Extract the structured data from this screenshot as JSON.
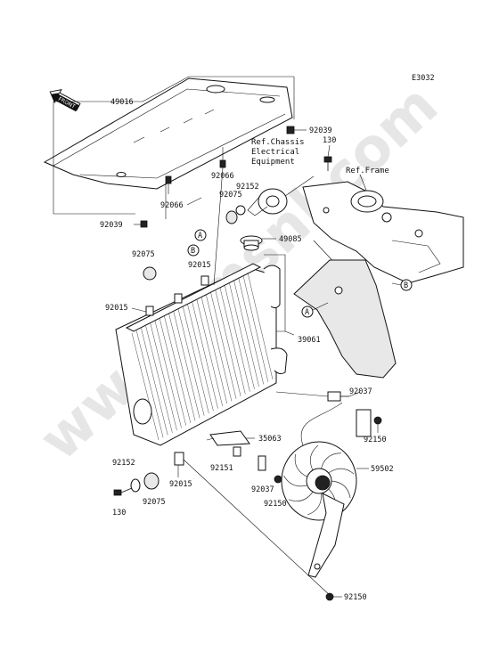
{
  "diagram_code": "E3032",
  "front_label": "FRONT",
  "watermark": "www.cmsnl.com",
  "callout_letters": {
    "a": "A",
    "b": "B"
  },
  "part_numbers": {
    "p49016": "49016",
    "p92039_top": "92039",
    "p92039_left": "92039",
    "p130_top": "130",
    "p130_bottom": "130",
    "p92066_a": "92066",
    "p92066_b": "92066",
    "p92152_top": "92152",
    "p92152_bottom": "92152",
    "p92075_top": "92075",
    "p92075_left": "92075",
    "p92075_bottom": "92075",
    "p49085": "49085",
    "p92015_a": "92015",
    "p92015_b": "92015",
    "p92015_c": "92015",
    "p39061": "39061",
    "p92037_a": "92037",
    "p92037_b": "92037",
    "p35063": "35063",
    "p92151": "92151",
    "p59502": "59502",
    "p92150_a": "92150",
    "p92150_b": "92150",
    "p92150_c": "92150"
  },
  "references": {
    "chassis_line1": "Ref.Chassis",
    "chassis_line2": "Electrical",
    "chassis_line3": "Equipment",
    "frame": "Ref.Frame"
  }
}
